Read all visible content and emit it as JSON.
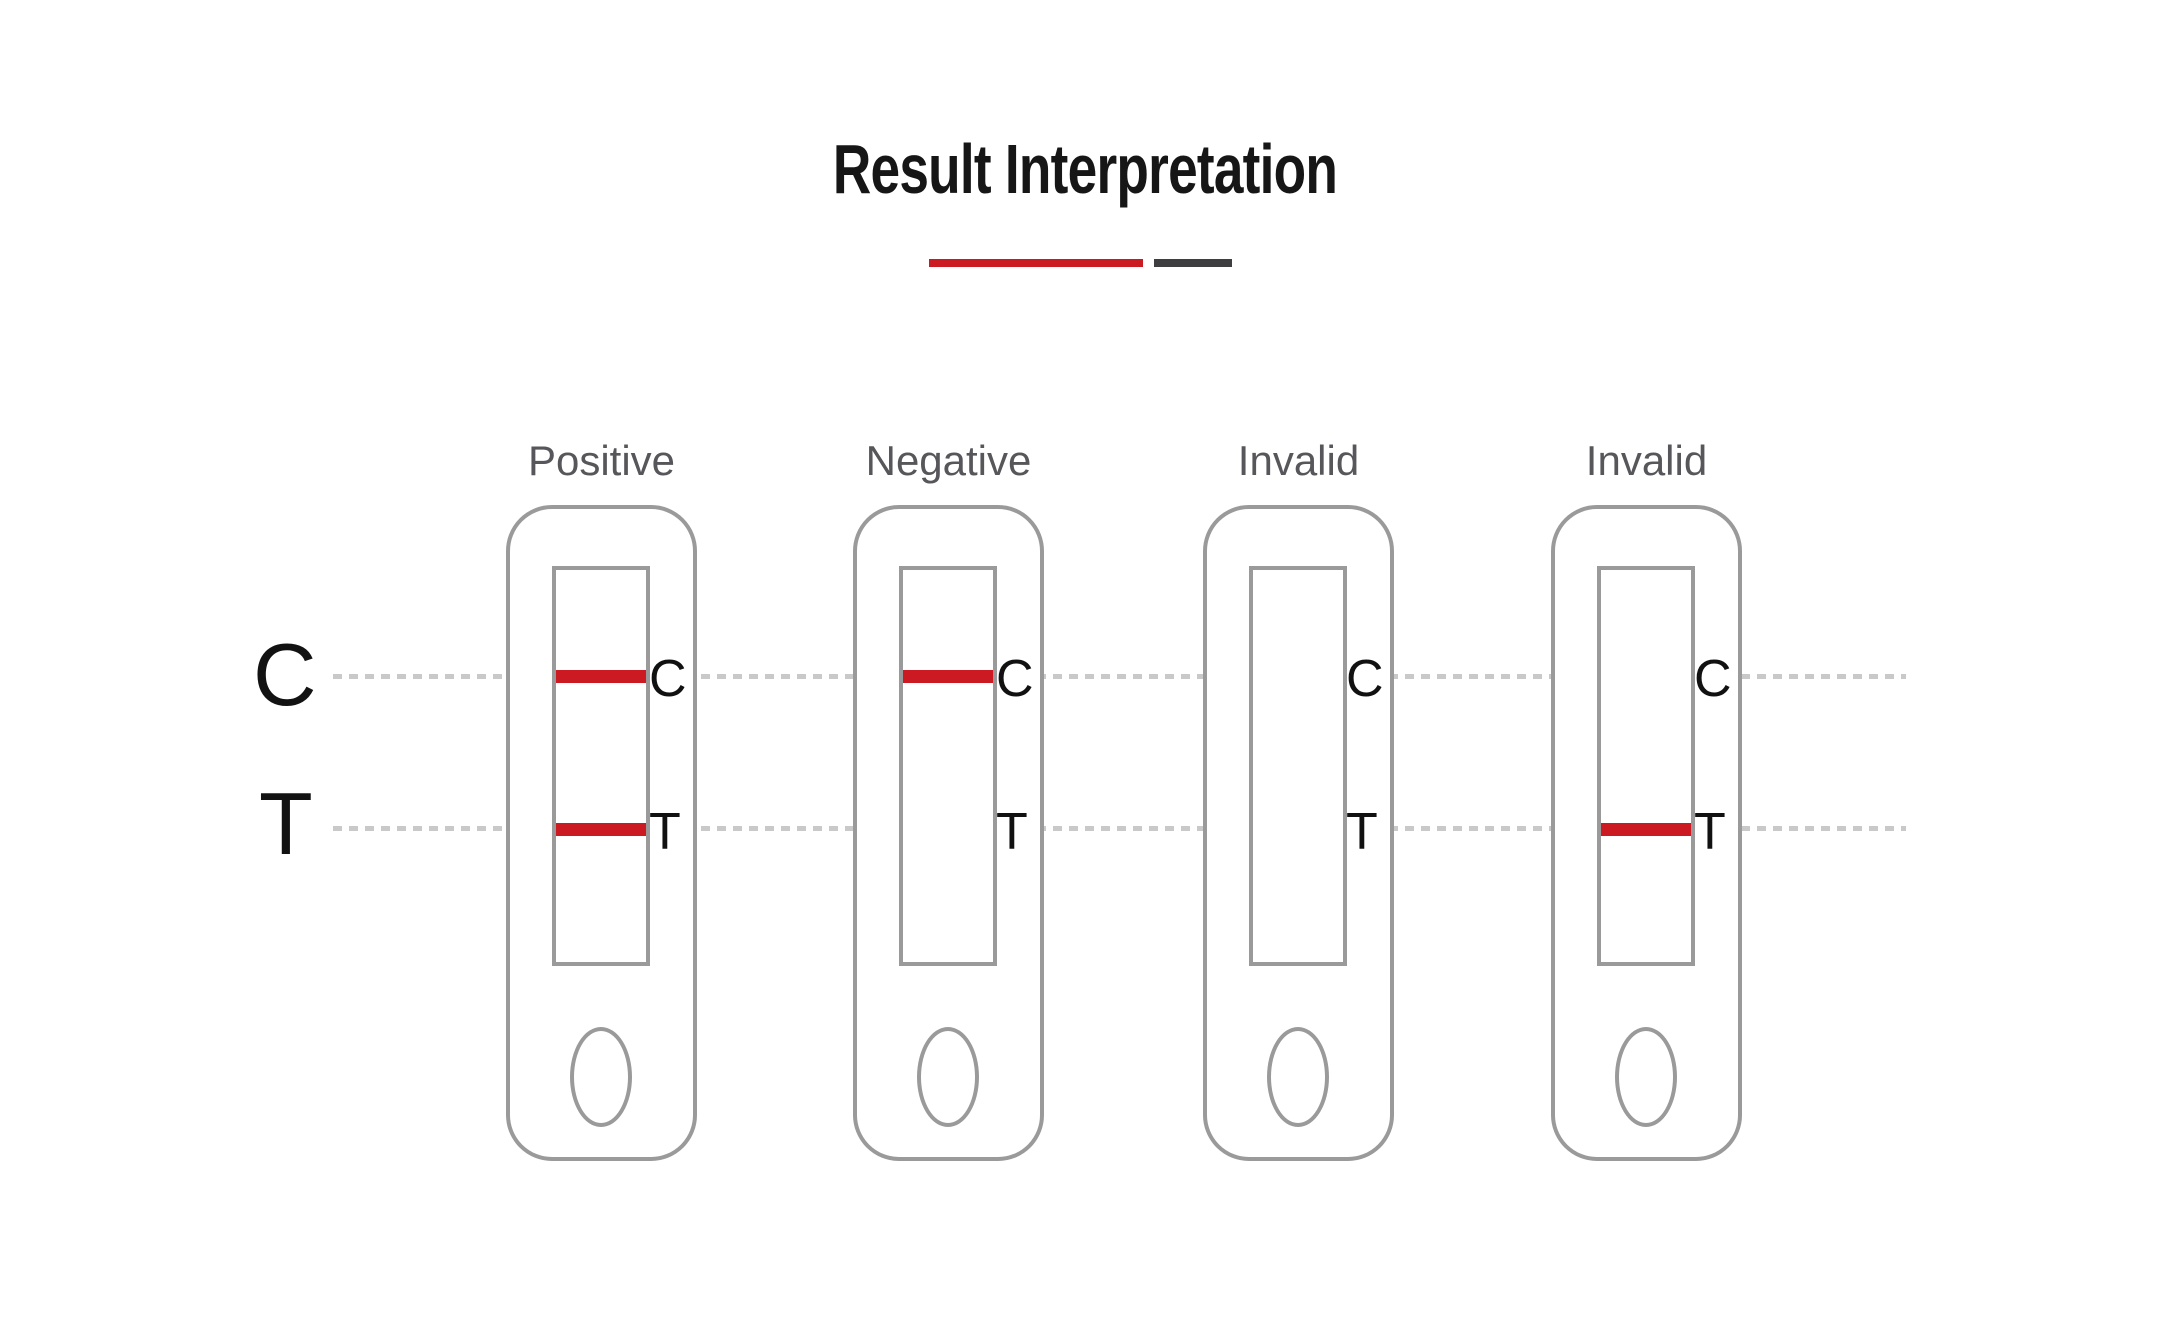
{
  "title": "Result Interpretation",
  "title_underline": {
    "red_segment_color": "#CC1A22",
    "dark_segment_color": "#3E3E40"
  },
  "axis_labels": {
    "control_line": "C",
    "test_line": "T"
  },
  "cassettes": [
    {
      "result_label": "Positive",
      "control_line_present": true,
      "test_line_present": true,
      "control_marker": "C",
      "test_marker": "T"
    },
    {
      "result_label": "Negative",
      "control_line_present": true,
      "test_line_present": false,
      "control_marker": "C",
      "test_marker": "T"
    },
    {
      "result_label": "Invalid",
      "control_line_present": false,
      "test_line_present": false,
      "control_marker": "C",
      "test_marker": "T"
    },
    {
      "result_label": "Invalid",
      "control_line_present": false,
      "test_line_present": true,
      "control_marker": "C",
      "test_marker": "T"
    }
  ],
  "colors": {
    "line_red": "#CC1A22",
    "cassette_border_gray": "#9A9A9A",
    "dotted_guide_gray": "#C9C9C9",
    "result_label_gray": "#57575B",
    "title_ink": "#161616"
  }
}
